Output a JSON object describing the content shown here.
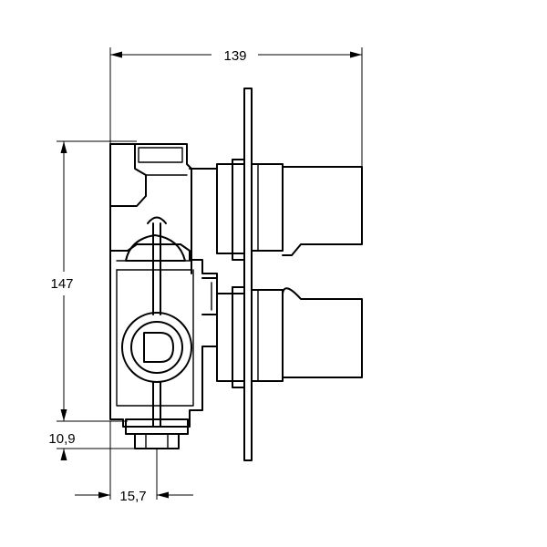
{
  "dimensions": {
    "overall_depth": "139",
    "height": "147",
    "bottom_offset": "10,9",
    "outlet_offset": "15,7"
  },
  "colors": {
    "line": "#000000",
    "background": "#ffffff"
  }
}
